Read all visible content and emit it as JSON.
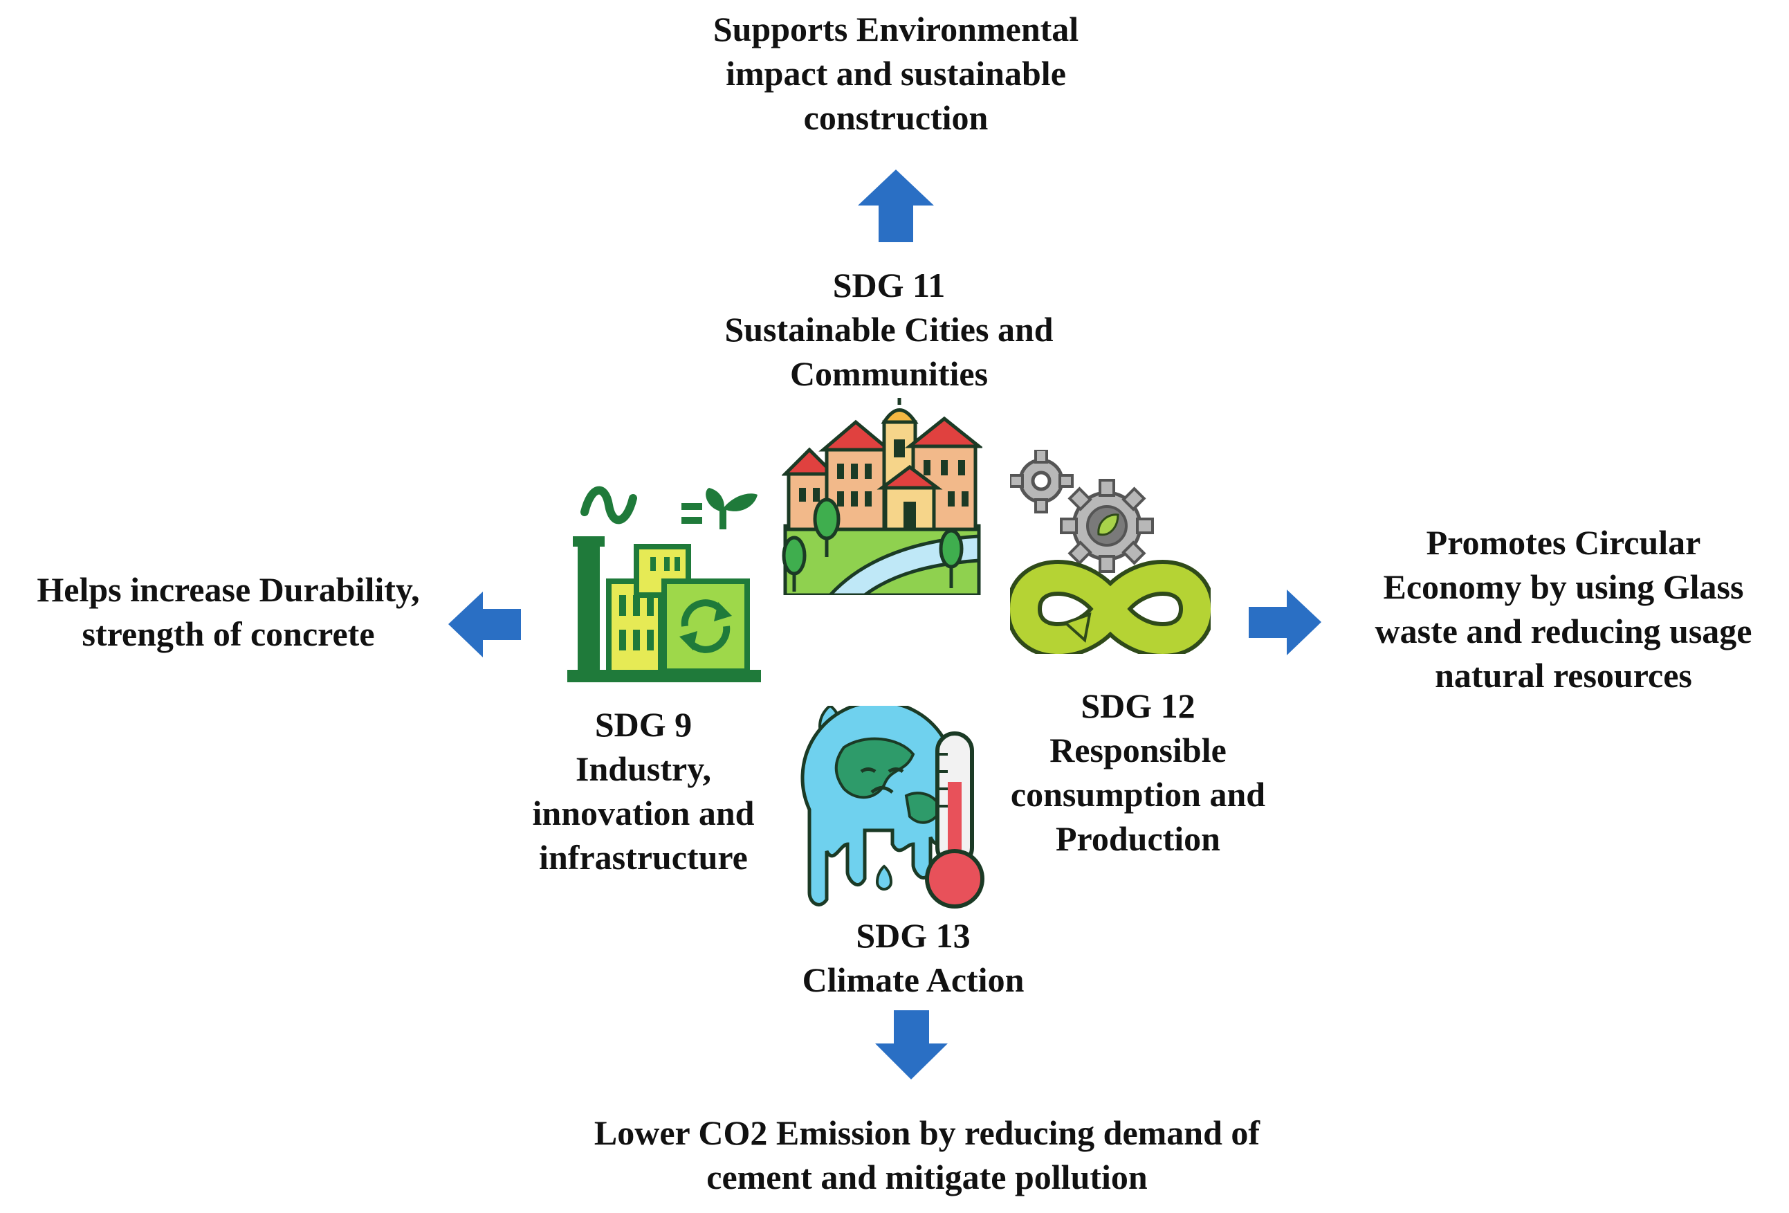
{
  "outcomes": {
    "top": "Supports Environmental\nimpact and sustainable\nconstruction",
    "left": "Helps increase Durability,\nstrength of concrete",
    "right": "Promotes Circular\nEconomy by using Glass\nwaste and reducing usage\nnatural resources",
    "bottom": "Lower CO2 Emission by reducing demand of\ncement and mitigate pollution"
  },
  "sdgs": {
    "sdg11": "SDG 11\nSustainable Cities and\nCommunities",
    "sdg9": "SDG 9\nIndustry,\ninnovation and\ninfrastructure",
    "sdg12": "SDG 12\nResponsible\nconsumption and\nProduction",
    "sdg13": "SDG 13\nClimate Action"
  },
  "icons": {
    "sdg11": "city-icon",
    "sdg9": "green-factory-icon",
    "sdg12": "gears-infinity-icon",
    "sdg13": "melting-earth-thermometer-icon"
  },
  "colors": {
    "arrow": "#2a6fc4",
    "text": "#111111",
    "green_dark": "#1f7a3a",
    "green_light": "#b5d334",
    "roof_red": "#e0413f",
    "building_tan": "#f2b98a",
    "earth_blue": "#6fd1ee",
    "earth_green": "#2e9b6a",
    "thermo_red": "#e8515a"
  }
}
